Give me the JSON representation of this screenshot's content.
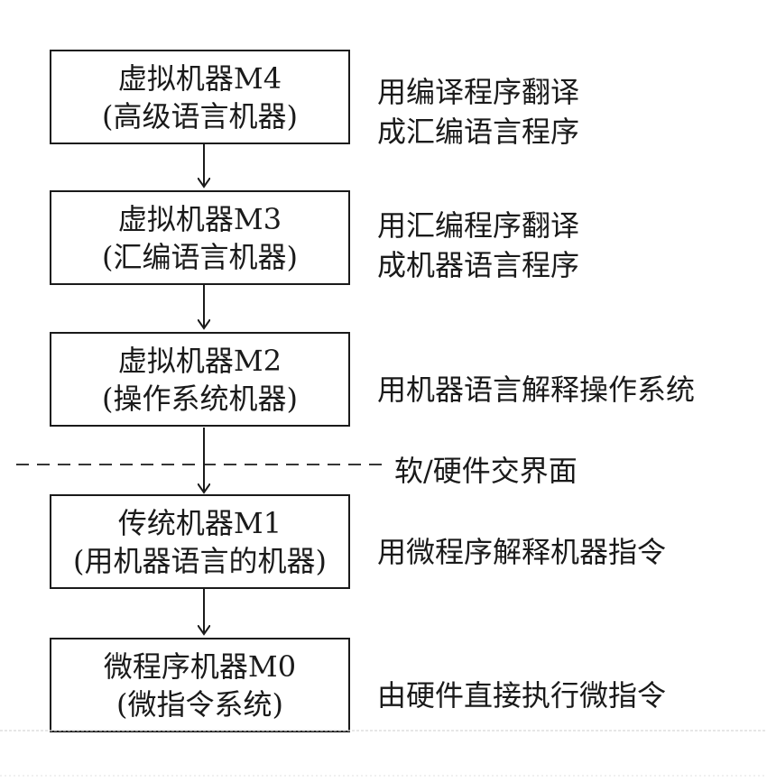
{
  "levels": [
    {
      "title": "虚拟机器M4",
      "subtitle": "(高级语言机器)",
      "description": [
        "用编译程序翻译",
        "成汇编语言程序"
      ]
    },
    {
      "title": "虚拟机器M3",
      "subtitle": "(汇编语言机器)",
      "description": [
        "用汇编程序翻译",
        "成机器语言程序"
      ]
    },
    {
      "title": "虚拟机器M2",
      "subtitle": "(操作系统机器)",
      "description": [
        "用机器语言解释操作系统"
      ]
    },
    {
      "title": "传统机器M1",
      "subtitle": "(用机器语言的机器)",
      "description": [
        "用微程序解释机器指令"
      ]
    },
    {
      "title": "微程序机器M0",
      "subtitle": "(微指令系统)",
      "description": [
        "由硬件直接执行微指令"
      ]
    }
  ],
  "interface_label": "软/硬件交界面"
}
